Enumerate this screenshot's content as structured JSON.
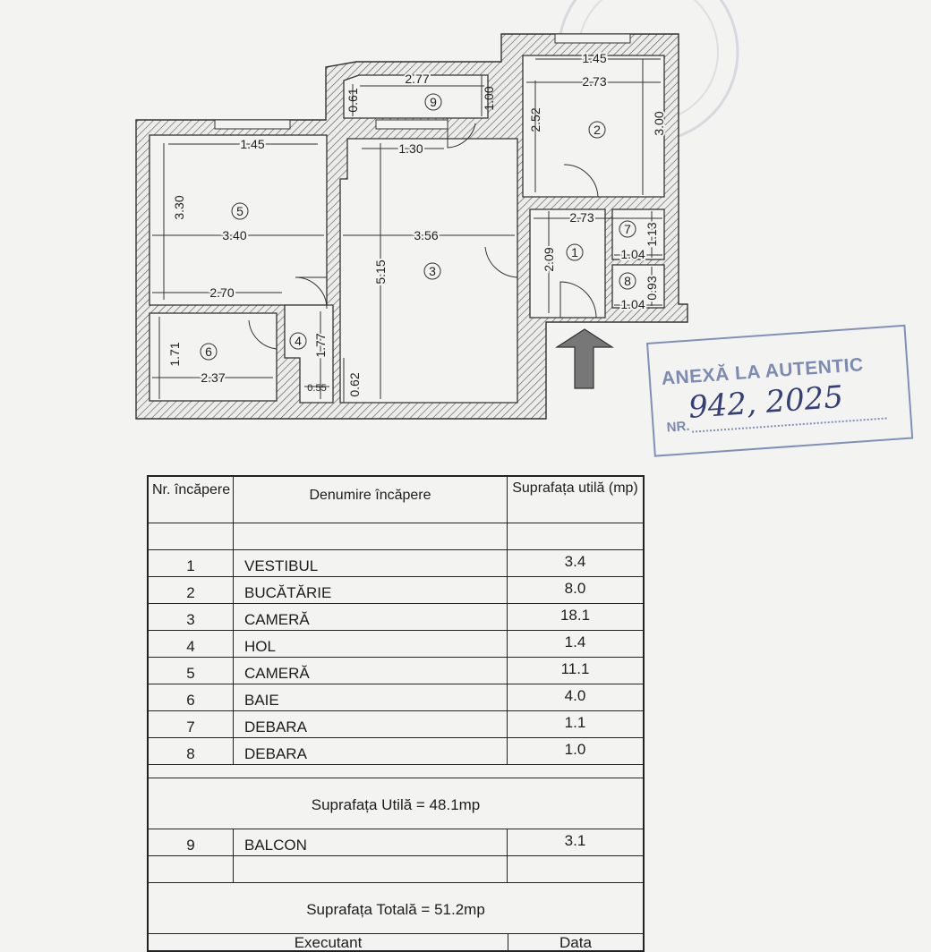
{
  "plan": {
    "dimensions": {
      "d277": "2.77",
      "d061": "0.61",
      "d100": "1.00",
      "d145k": "1.45",
      "d273k": "2.73",
      "d252": "2.52",
      "d300": "3.00",
      "d145r": "1.45",
      "d130": "1.30",
      "d330": "3.30",
      "d340": "3.40",
      "d356": "3.56",
      "d515": "5.15",
      "d270": "2.70",
      "d273v": "2.73",
      "d113": "1.13",
      "d209": "2.09",
      "d104a": "1.04",
      "d093": "0.93",
      "d104b": "1.04",
      "d171": "1.71",
      "d237": "2.37",
      "d177": "1.77",
      "d062": "0.62",
      "d055": "0.55"
    },
    "room_numbers": {
      "r1": "1",
      "r2": "2",
      "r3": "3",
      "r4": "4",
      "r5": "5",
      "r6": "6",
      "r7": "7",
      "r8": "8",
      "r9": "9"
    }
  },
  "stamp": {
    "title": "ANEXĂ LA AUTENTIC",
    "nr_label": "NR.",
    "handwritten": "942, 2025",
    "color": "#7b8bb3"
  },
  "table": {
    "headers": {
      "nr": "Nr. încăpere",
      "name": "Denumire încăpere",
      "area": "Suprafața utilă (mp)"
    },
    "rows": [
      {
        "nr": "1",
        "name": "VESTIBUL",
        "area": "3.4"
      },
      {
        "nr": "2",
        "name": "BUCĂTĂRIE",
        "area": "8.0"
      },
      {
        "nr": "3",
        "name": "CAMERĂ",
        "area": "18.1"
      },
      {
        "nr": "4",
        "name": "HOL",
        "area": "1.4"
      },
      {
        "nr": "5",
        "name": "CAMERĂ",
        "area": "11.1"
      },
      {
        "nr": "6",
        "name": "BAIE",
        "area": "4.0"
      },
      {
        "nr": "7",
        "name": "DEBARA",
        "area": "1.1"
      },
      {
        "nr": "8",
        "name": "DEBARA",
        "area": "1.0"
      }
    ],
    "useful_total": "Suprafața Utilă = 48.1mp",
    "balcony": {
      "nr": "9",
      "name": "BALCON",
      "area": "3.1"
    },
    "grand_total": "Suprafața Totală = 51.2mp",
    "footer": {
      "executant": "Executant",
      "date": "Data"
    }
  }
}
